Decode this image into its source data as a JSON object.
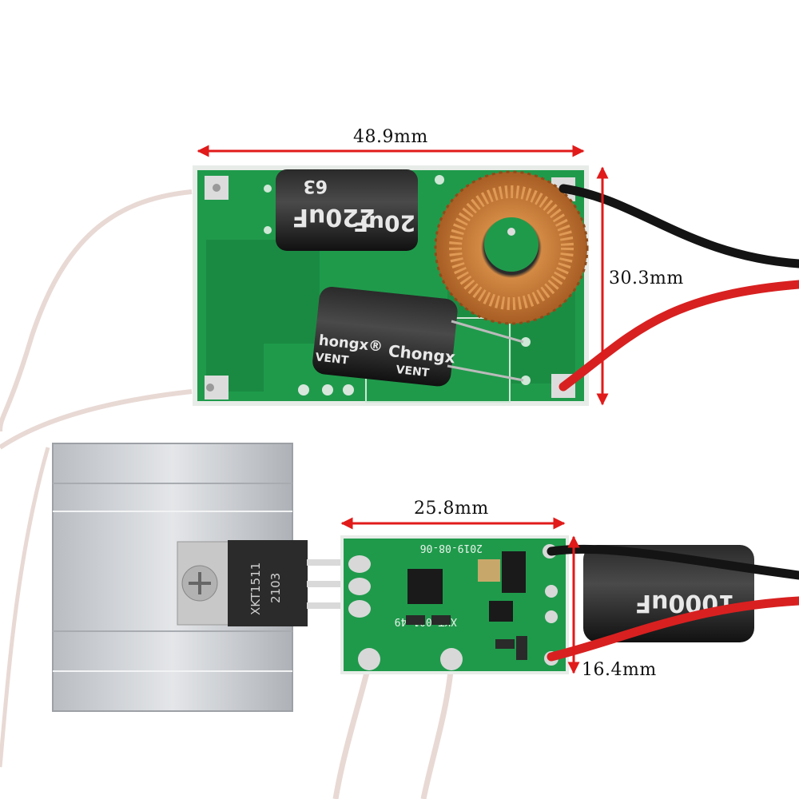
{
  "dimensions": {
    "large_board_width": "48.9mm",
    "large_board_height": "30.3mm",
    "small_board_width": "25.8mm",
    "small_board_height": "16.4mm"
  },
  "component_text": {
    "cap_top_line1": "220uF",
    "cap_top_line2": "63",
    "cap_top_partial": "20uF",
    "cap_mid_brand_left": "hongx®",
    "cap_mid_brand_right": "Chongx",
    "cap_mid_vent_left": "VENT",
    "cap_mid_vent_right": "VENT",
    "transistor_line1": "XKT1511",
    "transistor_line2": "2103",
    "small_pcb_date": "2019-08-06",
    "small_pcb_model": "XKT-001-49",
    "small_cap": "1000uF"
  },
  "colors": {
    "pcb_green": "#1f9a4b",
    "pcb_dark": "#17803c",
    "arrow_red": "#e11a1a",
    "wire_black": "#141414",
    "wire_red": "#d82020",
    "copper": "#c47a3a",
    "heatsink": "#cfd2d6"
  }
}
